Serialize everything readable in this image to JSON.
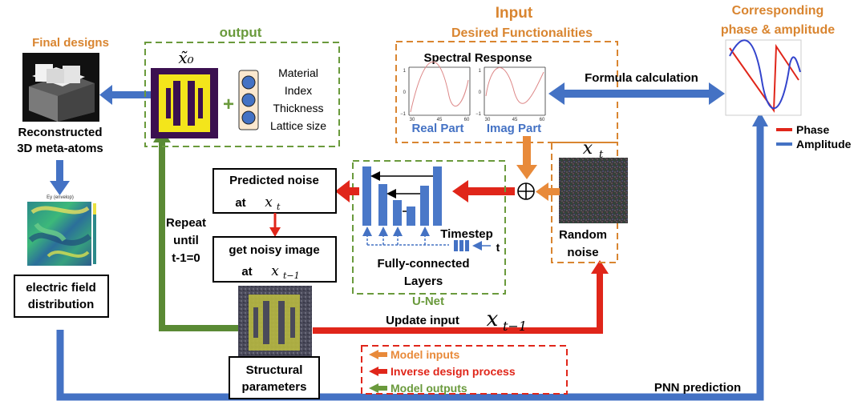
{
  "colors": {
    "orange": "#d98530",
    "green": "#6a9a3c",
    "red": "#e0261a",
    "blue": "#4472c4",
    "unet_blue": "#4a78c8",
    "viridis_dark": "#3b1050",
    "viridis_yellow": "#f3e51b"
  },
  "input": {
    "title": "Input",
    "subtitle": "Desired Functionalities",
    "spectral_title": "Spectral Response",
    "real_part": "Real Part",
    "imag_part": "Imag Part",
    "axis_ticks_x": [
      "30",
      "45",
      "60"
    ],
    "axis_ticks_y": [
      "1",
      "0",
      "−1"
    ]
  },
  "output": {
    "title": "output",
    "x0_label": "x̃₀",
    "params": [
      "Material",
      "Index",
      "Thickness",
      "Lattice size"
    ]
  },
  "final": {
    "title": "Final designs",
    "reconstructed": [
      "Reconstructed",
      "3D meta-atoms"
    ],
    "field_plot_title": "Ey (envelop)",
    "field_label": [
      "electric field",
      "distribution"
    ]
  },
  "corresponding": {
    "title": [
      "Corresponding",
      "phase & amplitude"
    ],
    "legend_phase": "Phase",
    "legend_amplitude": "Amplitude"
  },
  "formula": "Formula calculation",
  "xt_label": "x",
  "xt_sub": "t",
  "random_noise": [
    "Random",
    "noise"
  ],
  "predicted_noise": {
    "line1": "Predicted noise",
    "at": "at",
    "var": "x",
    "sub": "t"
  },
  "noisy_image": {
    "line1": "get noisy image",
    "at": "at",
    "var": "x",
    "sub": "t−1"
  },
  "repeat": [
    "Repeat",
    "until",
    "t-1=0"
  ],
  "unet": {
    "label": "U-Net",
    "timestep": "Timestep",
    "t": "t",
    "fc": [
      "Fully-connected",
      "Layers"
    ]
  },
  "update_input": "Update input",
  "update_var": "x",
  "update_sub": "t−1",
  "structural": [
    "Structural",
    "parameters"
  ],
  "legend": {
    "model_inputs": "Model inputs",
    "inverse_design": "Inverse design process",
    "model_outputs": "Model outputs"
  },
  "pnn": "PNN prediction"
}
